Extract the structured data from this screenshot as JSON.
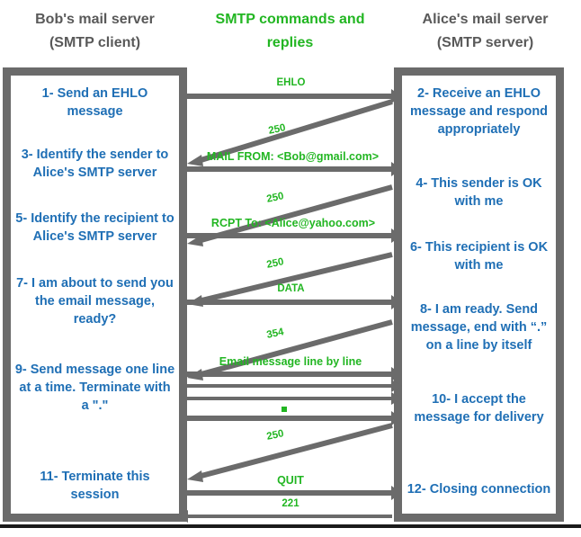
{
  "headers": {
    "left": "Bob's mail server\n(SMTP client)",
    "left_line1": "Bob's mail server",
    "left_line2": "(SMTP client)",
    "middle_line1": "SMTP commands and",
    "middle_line2": "replies",
    "right_line1": "Alice's mail server",
    "right_line2": "(SMTP server)"
  },
  "colors": {
    "client_text": "#1f6fb5",
    "header_grey": "#595959",
    "green": "#22b622",
    "arrow_grey": "#6b6b6b",
    "panel_border": "#6b6b6b"
  },
  "client_steps": [
    {
      "id": 1,
      "text": "1- Send an EHLO message"
    },
    {
      "id": 3,
      "text": "3- Identify the sender to Alice's SMTP server"
    },
    {
      "id": 5,
      "text": "5- Identify the recipient to Alice's SMTP server"
    },
    {
      "id": 7,
      "text": "7- I am about to send you the email message, ready?"
    },
    {
      "id": 9,
      "text": "9- Send message one line at a time. Terminate with a \".\""
    },
    {
      "id": 11,
      "text": "11- Terminate this session"
    }
  ],
  "server_steps": [
    {
      "id": 2,
      "text": "2- Receive an EHLO message and respond appropriately"
    },
    {
      "id": 4,
      "text": "4- This sender is OK with me"
    },
    {
      "id": 6,
      "text": "6- This recipient is OK with me"
    },
    {
      "id": 8,
      "text": "8-  I am ready. Send message, end with “.” on a line by itself"
    },
    {
      "id": 10,
      "text": "10-  I accept the message for delivery"
    },
    {
      "id": 12,
      "text": "12-  Closing connection"
    }
  ],
  "messages": [
    {
      "seq": 1,
      "label": "EHLO",
      "direction": "client-to-server"
    },
    {
      "seq": 2,
      "label": "250",
      "direction": "server-to-client"
    },
    {
      "seq": 3,
      "label": "MAIL FROM: <Bob@gmail.com>",
      "direction": "client-to-server"
    },
    {
      "seq": 4,
      "label": "250",
      "direction": "server-to-client"
    },
    {
      "seq": 5,
      "label": "RCPT To: <Alice@yahoo.com>",
      "direction": "client-to-server"
    },
    {
      "seq": 6,
      "label": "250",
      "direction": "server-to-client"
    },
    {
      "seq": 7,
      "label": "DATA",
      "direction": "client-to-server"
    },
    {
      "seq": 8,
      "label": "354",
      "direction": "server-to-client"
    },
    {
      "seq": 9,
      "label": "Email message line by line",
      "direction": "client-to-server"
    },
    {
      "seq": 10,
      "label": "",
      "direction": "client-to-server"
    },
    {
      "seq": 11,
      "label": "",
      "direction": "client-to-server"
    },
    {
      "seq": 12,
      "label": "",
      "direction": "client-to-server"
    },
    {
      "seq": 13,
      "label": "250",
      "direction": "server-to-client"
    },
    {
      "seq": 14,
      "label": "QUIT",
      "direction": "client-to-server"
    },
    {
      "seq": 15,
      "label": "221",
      "direction": "server-to-client"
    }
  ]
}
